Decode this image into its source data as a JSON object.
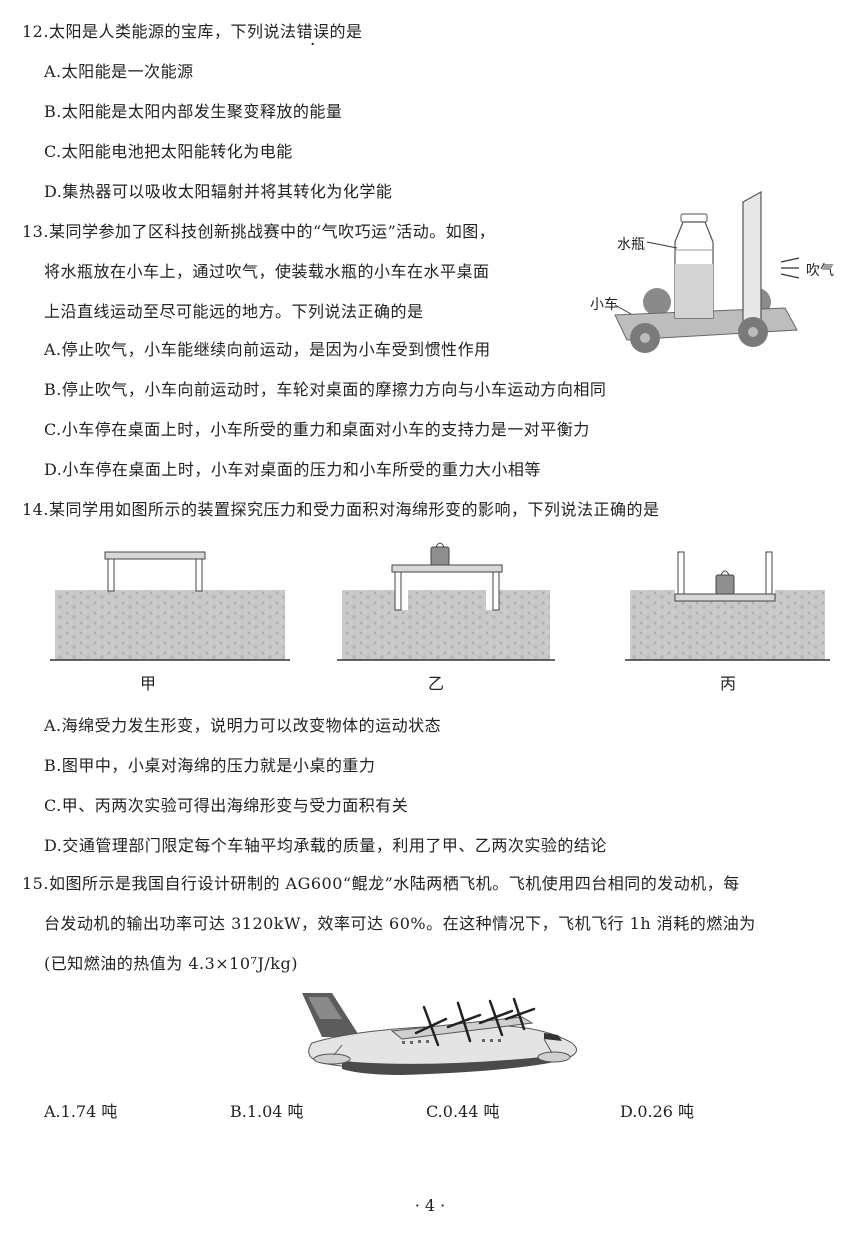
{
  "q12": {
    "stem_pre": "12.太阳是人类能源的宝库，下列说法",
    "stem_emph": "错误",
    "stem_post": "的是",
    "options": [
      "A.太阳能是一次能源",
      "B.太阳能是太阳内部发生聚变释放的能量",
      "C.太阳能电池把太阳能转化为电能",
      "D.集热器可以吸收太阳辐射并将其转化为化学能"
    ]
  },
  "q13": {
    "stem_lines": [
      "13.某同学参加了区科技创新挑战赛中的“气吹巧运”活动。如图，",
      "将水瓶放在小车上，通过吹气，使装载水瓶的小车在水平桌面",
      "上沿直线运动至尽可能远的地方。下列说法正确的是"
    ],
    "options": [
      "A.停止吹气，小车能继续向前运动，是因为小车受到惯性作用",
      "B.停止吹气，小车向前运动时，车轮对桌面的摩擦力方向与小车运动方向相同",
      "C.小车停在桌面上时，小车所受的重力和桌面对小车的支持力是一对平衡力",
      "D.小车停在桌面上时，小车对桌面的压力和小车所受的重力大小相等"
    ],
    "figure_labels": {
      "bottle": "水瓶",
      "blow": "吹气",
      "cart": "小车"
    }
  },
  "q14": {
    "stem": "14.某同学用如图所示的装置探究压力和受力面积对海绵形变的影响，下列说法正确的是",
    "figure_labels": [
      "甲",
      "乙",
      "丙"
    ],
    "options": [
      "A.海绵受力发生形变，说明力可以改变物体的运动状态",
      "B.图甲中，小桌对海绵的压力就是小桌的重力",
      "C.甲、丙两次实验可得出海绵形变与受力面积有关",
      "D.交通管理部门限定每个车轴平均承载的质量，利用了甲、乙两次实验的结论"
    ]
  },
  "q15": {
    "stem_lines": [
      "15.如图所示是我国自行设计研制的 AG600“鲲龙”水陆两栖飞机。飞机使用四台相同的发动机，每",
      "台发动机的输出功率可达 3120kW，效率可达 60%。在这种情况下，飞机飞行 1h 消耗的燃油为",
      "(已知燃油的热值为 4.3×10⁷J/kg)"
    ],
    "options": [
      "A.1.74 吨",
      "B.1.04 吨",
      "C.0.44 吨",
      "D.0.26 吨"
    ]
  },
  "page_number": "· 4 ·"
}
